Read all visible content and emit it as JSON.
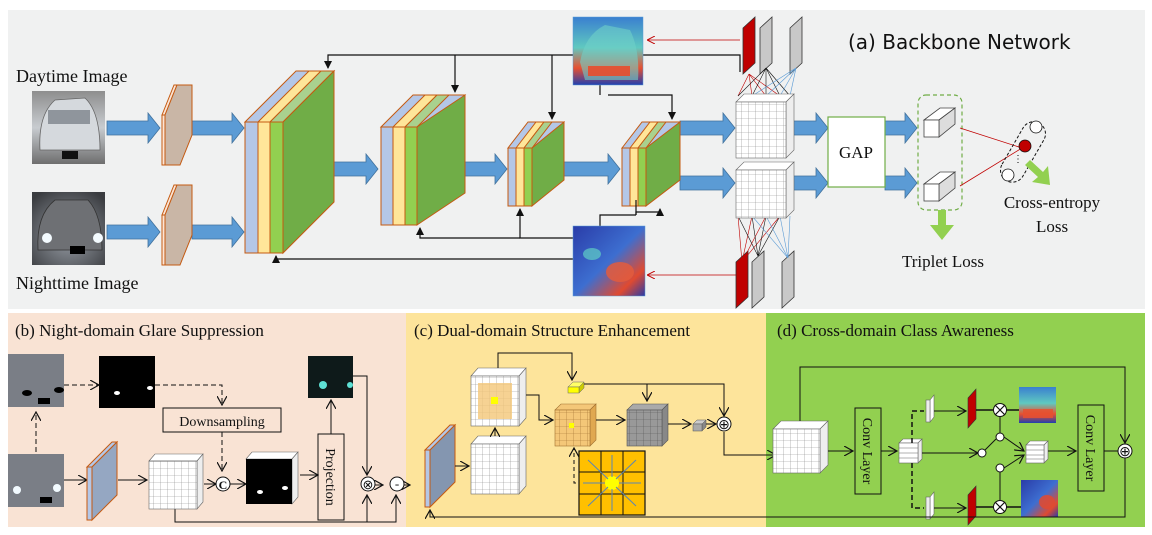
{
  "panels": {
    "a": {
      "title": "(a) Backbone Network",
      "bg": "#f0f1f1"
    },
    "b": {
      "title": "(b)  Night-domain Glare Suppression",
      "bg": "#f9e3d4"
    },
    "c": {
      "title": "(c)  Dual-domain Structure Enhancement",
      "bg": "#fde49b"
    },
    "d": {
      "title": "(d)  Cross-domain Class Awareness",
      "bg": "#92d050"
    }
  },
  "backbone": {
    "daytime_label": "Daytime Image",
    "nighttime_label": "Nighttime Image",
    "gap_label": "GAP",
    "triplet_loss": "Triplet Loss",
    "ce_loss_line1": "Cross-entropy",
    "ce_loss_line2": "Loss"
  },
  "glare": {
    "downsampling": "Downsampling",
    "projection": "Projection",
    "concat_symbol": "C",
    "multiply_symbol": "⊗",
    "subtract_symbol": "-"
  },
  "structure": {
    "add_symbol": "⊕"
  },
  "class_awareness": {
    "conv_layer_1": "Conv Layer",
    "conv_layer_2": "Conv Layer",
    "add_symbol": "⊕"
  },
  "colors": {
    "arrow_blue": "#5b9bd5",
    "loss_green": "#92d050",
    "layer_blue": "#b4c7e7",
    "layer_yellow": "#ffe699",
    "layer_green": "#70ad47",
    "layer_green_light": "#92d050",
    "border_orange": "#c55a11",
    "red_filter": "#c00000",
    "gray_filter": "#c8c8c8"
  }
}
